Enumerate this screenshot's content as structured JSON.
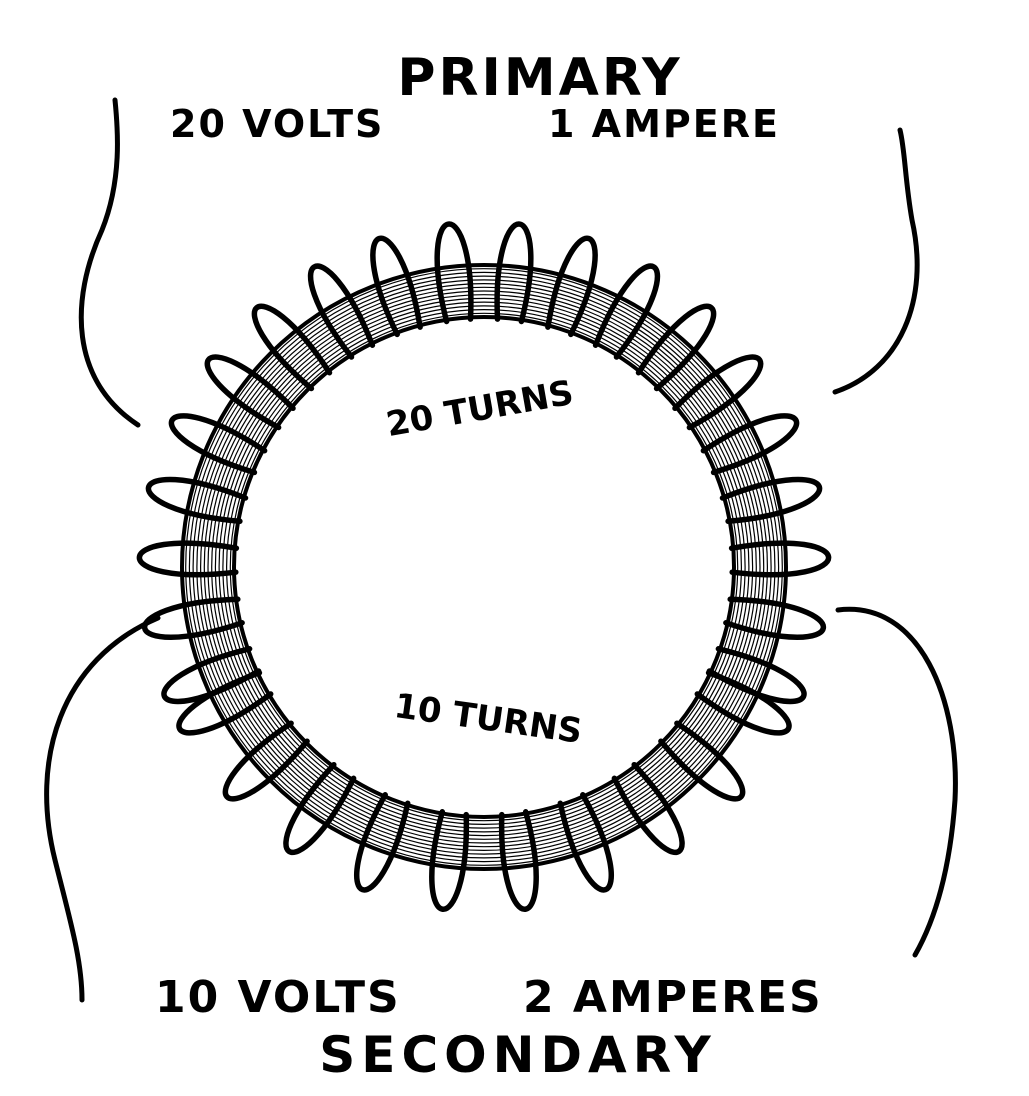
{
  "labels": {
    "primary_title": "PRIMARY",
    "primary_voltage": "20 VOLTS",
    "primary_current": "1 AMPERE",
    "primary_turns": "20 TURNS",
    "secondary_turns": "10 TURNS",
    "secondary_voltage": "10 VOLTS",
    "secondary_current": "2 AMPERES",
    "secondary_title": "SECONDARY"
  },
  "colors": {
    "ink": "#000000",
    "paper": "#ffffff"
  }
}
